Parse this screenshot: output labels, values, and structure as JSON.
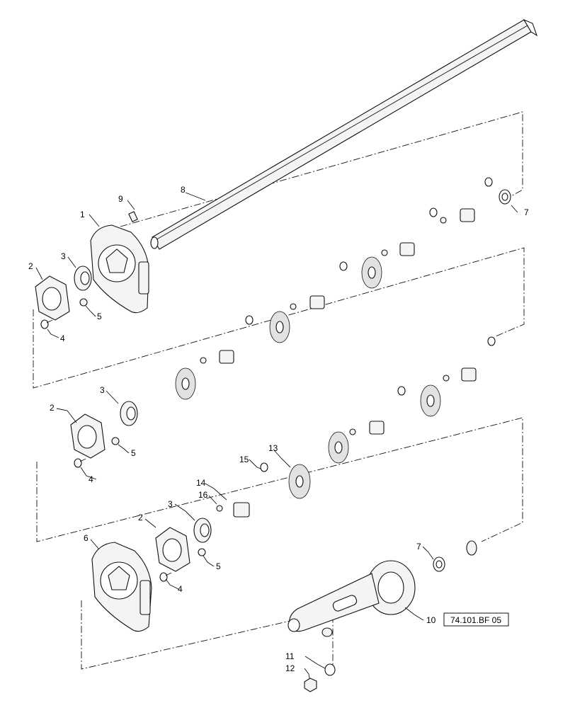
{
  "callouts": {
    "c1": "1",
    "c2a": "2",
    "c2b": "2",
    "c2c": "2",
    "c3a": "3",
    "c3b": "3",
    "c3c": "3",
    "c4a": "4",
    "c4b": "4",
    "c4c": "4",
    "c5a": "5",
    "c5b": "5",
    "c5c": "5",
    "c6": "6",
    "c7a": "7",
    "c7b": "7",
    "c8": "8",
    "c9": "9",
    "c10": "10",
    "c11": "11",
    "c12": "12",
    "c13": "13",
    "c14": "14",
    "c15": "15",
    "c16": "16"
  },
  "reference": {
    "label": "74.101.BF 05"
  }
}
